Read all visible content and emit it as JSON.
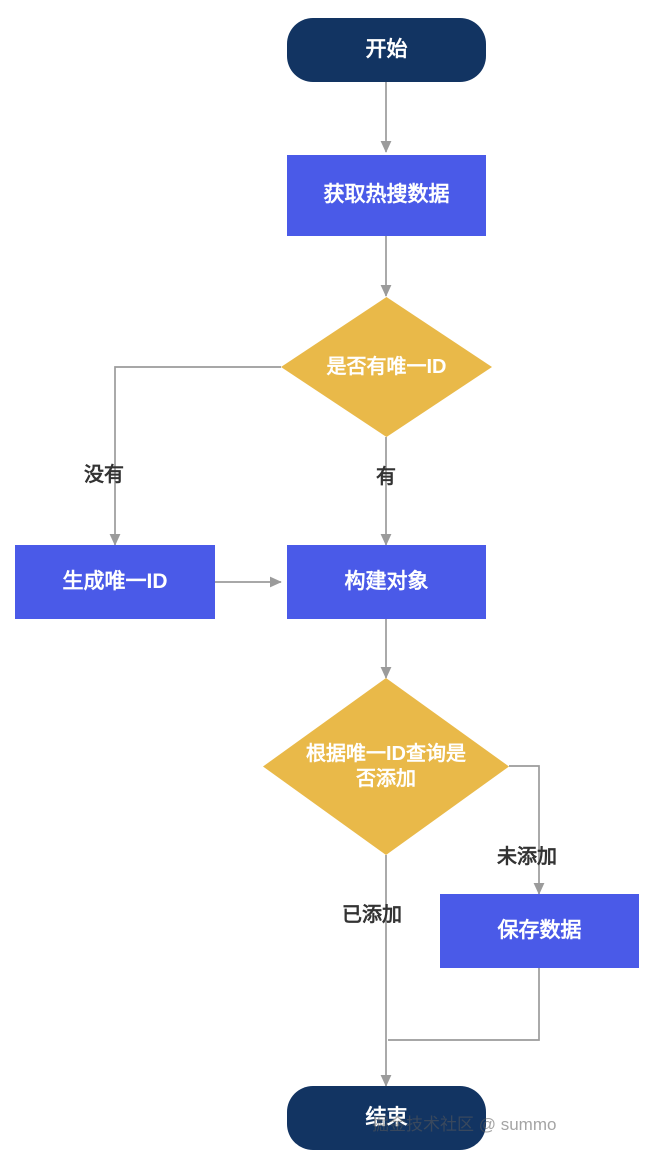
{
  "diagram": {
    "type": "flowchart",
    "title": "",
    "colors": {
      "terminal_fill": "#123462",
      "process_fill": "#4a5ae8",
      "decision_fill": "#e8b githubfallback"
    },
    "nodes": [
      {
        "id": "start",
        "label": "开始",
        "shape": "terminal",
        "font_size": 21
      },
      {
        "id": "fetch",
        "label": "获取热搜数据",
        "shape": "rect",
        "font_size": 21
      },
      {
        "id": "hasid",
        "label": "是否有唯一ID",
        "shape": "diamond",
        "font_size": 20
      },
      {
        "id": "genid",
        "label": "生成唯一ID",
        "shape": "rect",
        "font_size": 21
      },
      {
        "id": "build",
        "label": "构建对象",
        "shape": "rect",
        "font_size": 21
      },
      {
        "id": "query",
        "label": "根据唯一ID查询是否添加",
        "shape": "diamond",
        "font_size": 20
      },
      {
        "id": "save",
        "label": "保存数据",
        "shape": "rect",
        "font_size": 21
      },
      {
        "id": "end",
        "label": "结束",
        "shape": "terminal",
        "font_size": 21
      }
    ],
    "edge_labels": [
      {
        "id": "no-id",
        "text": "没有"
      },
      {
        "id": "has-id",
        "text": "有"
      },
      {
        "id": "not-added",
        "text": "未添加"
      },
      {
        "id": "already-added",
        "text": "已添加"
      }
    ]
  },
  "watermark": "掘金技术社区 @ summo"
}
